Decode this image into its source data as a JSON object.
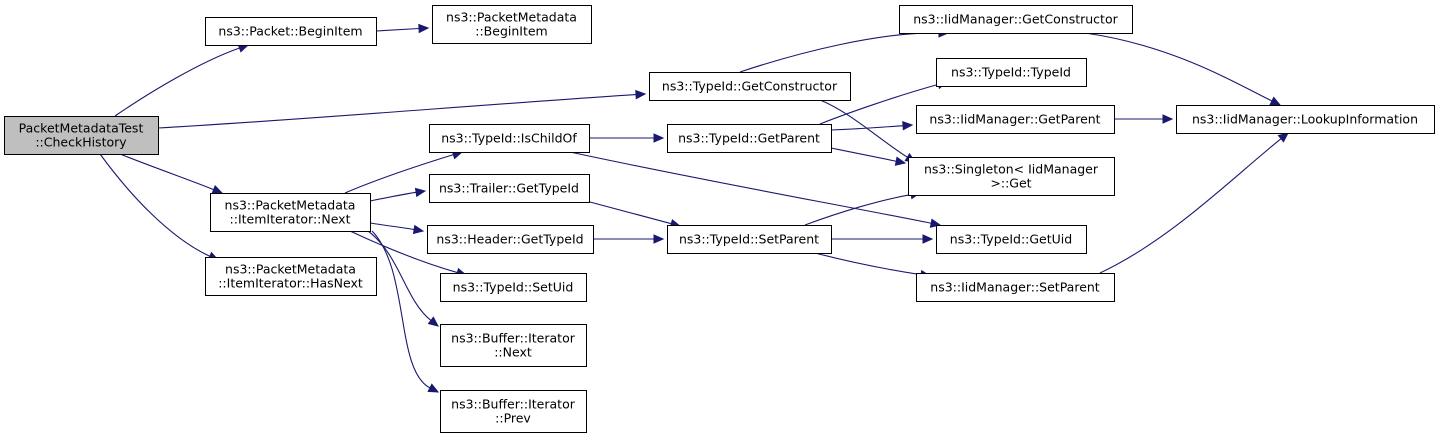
{
  "diagram": {
    "nodes": [
      {
        "id": "root",
        "lines": [
          "PacketMetadataTest",
          "::CheckHistory"
        ],
        "root": true
      },
      {
        "id": "packet_beginitem",
        "lines": [
          "ns3::Packet::BeginItem"
        ]
      },
      {
        "id": "pm_beginitem",
        "lines": [
          "ns3::PacketMetadata",
          "::BeginItem"
        ]
      },
      {
        "id": "typeid_getconstructor",
        "lines": [
          "ns3::TypeId::GetConstructor"
        ]
      },
      {
        "id": "iid_getconstructor",
        "lines": [
          "ns3::IidManager::GetConstructor"
        ]
      },
      {
        "id": "iid_lookupinformation",
        "lines": [
          "ns3::IidManager::LookupInformation"
        ]
      },
      {
        "id": "pm_itemiterator_next",
        "lines": [
          "ns3::PacketMetadata",
          "::ItemIterator::Next"
        ]
      },
      {
        "id": "pm_itemiterator_hasnext",
        "lines": [
          "ns3::PacketMetadata",
          "::ItemIterator::HasNext"
        ]
      },
      {
        "id": "typeid_ischildof",
        "lines": [
          "ns3::TypeId::IsChildOf"
        ]
      },
      {
        "id": "typeid_getparent",
        "lines": [
          "ns3::TypeId::GetParent"
        ]
      },
      {
        "id": "typeid_typeid",
        "lines": [
          "ns3::TypeId::TypeId"
        ]
      },
      {
        "id": "iid_getparent",
        "lines": [
          "ns3::IidManager::GetParent"
        ]
      },
      {
        "id": "singleton_get",
        "lines": [
          "ns3::Singleton< IidManager",
          ">::Get"
        ]
      },
      {
        "id": "trailer_gettypeid",
        "lines": [
          "ns3::Trailer::GetTypeId"
        ]
      },
      {
        "id": "header_gettypeid",
        "lines": [
          "ns3::Header::GetTypeId"
        ]
      },
      {
        "id": "typeid_setparent",
        "lines": [
          "ns3::TypeId::SetParent"
        ]
      },
      {
        "id": "typeid_getuid",
        "lines": [
          "ns3::TypeId::GetUid"
        ]
      },
      {
        "id": "iid_setparent",
        "lines": [
          "ns3::IidManager::SetParent"
        ]
      },
      {
        "id": "typeid_setuid",
        "lines": [
          "ns3::TypeId::SetUid"
        ]
      },
      {
        "id": "buffer_iterator_next",
        "lines": [
          "ns3::Buffer::Iterator",
          "::Next"
        ]
      },
      {
        "id": "buffer_iterator_prev",
        "lines": [
          "ns3::Buffer::Iterator",
          "::Prev"
        ]
      }
    ],
    "edges": [
      {
        "from": "root",
        "to": "packet_beginitem"
      },
      {
        "from": "root",
        "to": "typeid_getconstructor"
      },
      {
        "from": "root",
        "to": "pm_itemiterator_next"
      },
      {
        "from": "root",
        "to": "pm_itemiterator_hasnext"
      },
      {
        "from": "packet_beginitem",
        "to": "pm_beginitem"
      },
      {
        "from": "typeid_getconstructor",
        "to": "iid_getconstructor"
      },
      {
        "from": "typeid_getconstructor",
        "to": "singleton_get"
      },
      {
        "from": "iid_getconstructor",
        "to": "iid_lookupinformation"
      },
      {
        "from": "pm_itemiterator_next",
        "to": "typeid_ischildof"
      },
      {
        "from": "pm_itemiterator_next",
        "to": "trailer_gettypeid"
      },
      {
        "from": "pm_itemiterator_next",
        "to": "header_gettypeid"
      },
      {
        "from": "pm_itemiterator_next",
        "to": "typeid_setuid"
      },
      {
        "from": "pm_itemiterator_next",
        "to": "buffer_iterator_next"
      },
      {
        "from": "pm_itemiterator_next",
        "to": "buffer_iterator_prev"
      },
      {
        "from": "typeid_ischildof",
        "to": "typeid_getparent"
      },
      {
        "from": "typeid_ischildof",
        "to": "typeid_getuid"
      },
      {
        "from": "typeid_getparent",
        "to": "typeid_typeid"
      },
      {
        "from": "typeid_getparent",
        "to": "iid_getparent"
      },
      {
        "from": "typeid_getparent",
        "to": "singleton_get"
      },
      {
        "from": "iid_getparent",
        "to": "iid_lookupinformation"
      },
      {
        "from": "trailer_gettypeid",
        "to": "typeid_setparent"
      },
      {
        "from": "header_gettypeid",
        "to": "typeid_setparent"
      },
      {
        "from": "typeid_setparent",
        "to": "singleton_get"
      },
      {
        "from": "typeid_setparent",
        "to": "typeid_getuid"
      },
      {
        "from": "typeid_setparent",
        "to": "iid_setparent"
      },
      {
        "from": "iid_setparent",
        "to": "iid_lookupinformation"
      }
    ]
  },
  "colors": {
    "edge": "#191970",
    "root_fill": "#bfbfbf",
    "node_fill": "#ffffff",
    "node_border": "#000000"
  }
}
